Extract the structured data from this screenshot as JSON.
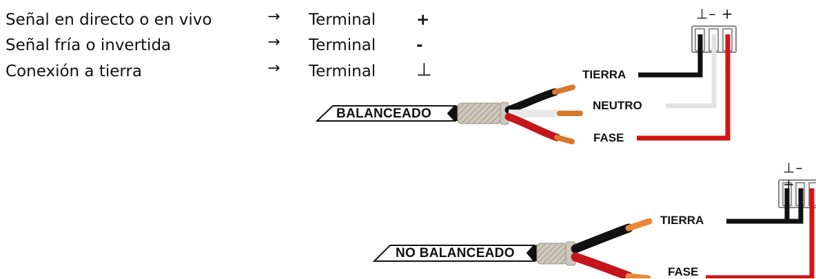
{
  "legend": [
    {
      "desc": "Señal en directo o en vivo",
      "arrow": "→",
      "terminal": "Terminal",
      "symbol": "+"
    },
    {
      "desc": "Señal fría o invertida",
      "arrow": "→",
      "terminal": "Terminal",
      "symbol": "-"
    },
    {
      "desc": "Conexión a tierra",
      "arrow": "→",
      "terminal": "Terminal",
      "symbol": "⊥"
    }
  ],
  "balanced": {
    "cable_label": "BALANCEADO",
    "polarity": "⊥– +",
    "wires": {
      "ground": "TIERRA",
      "neutral": "NEUTRO",
      "phase": "FASE"
    }
  },
  "unbalanced": {
    "cable_label": "NO BALANCEADO",
    "polarity": "⊥– +",
    "wires": {
      "ground": "TIERRA",
      "phase": "FASE"
    }
  },
  "colors": {
    "ground_wire": "#111111",
    "neutral_wire": "#e6e6e6",
    "phase_wire": "#d11515",
    "copper": "#d9782a",
    "shield": "#c9c2b8"
  }
}
